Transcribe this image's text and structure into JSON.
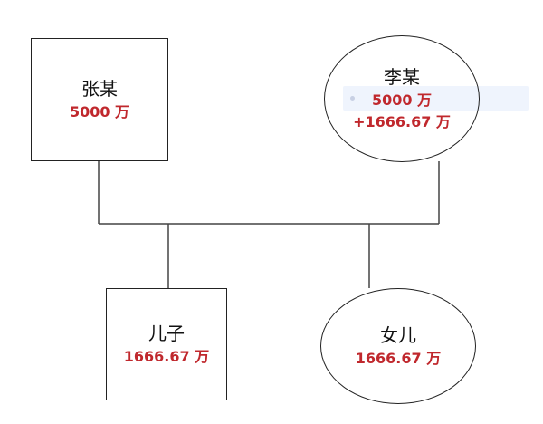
{
  "nodes": {
    "zhang": {
      "name": "张某",
      "amount": "5000 万"
    },
    "li": {
      "name": "李某",
      "amount": "5000 万",
      "extra": "+1666.67 万"
    },
    "son": {
      "name": "儿子",
      "amount": "1666.67 万"
    },
    "daughter": {
      "name": "女儿",
      "amount": "1666.67 万"
    }
  },
  "colors": {
    "amount": "#c0282d",
    "border": "#222222"
  }
}
